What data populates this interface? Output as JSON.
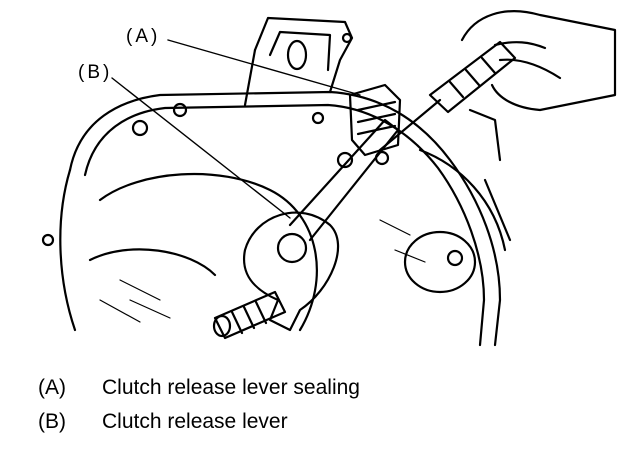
{
  "figure": {
    "callouts": {
      "a": "(A)",
      "b": "(B)"
    }
  },
  "legend": [
    {
      "key": "(A)",
      "text": "Clutch release lever sealing"
    },
    {
      "key": "(B)",
      "text": "Clutch release lever"
    }
  ]
}
